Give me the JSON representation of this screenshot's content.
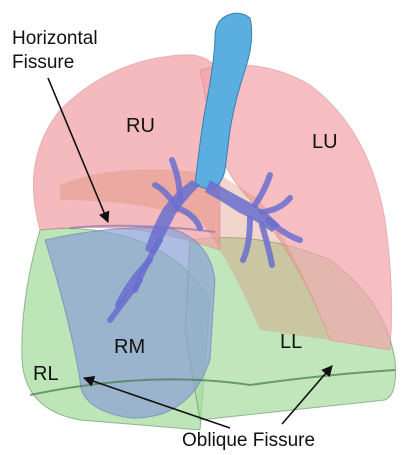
{
  "lobes": {
    "ru": "RU",
    "lu": "LU",
    "rm": "RM",
    "rl": "RL",
    "ll": "LL"
  },
  "callouts": {
    "horizontal_fissure_line1": "Horizontal",
    "horizontal_fissure_line2": "Fissure",
    "oblique_fissure": "Oblique Fissure"
  },
  "colors": {
    "upper_lobes": "#f2a3a8",
    "upper_lobe_overlap": "#d98a70",
    "middle_lobe": "#8a9fd6",
    "lower_lobes": "#a8dca0",
    "lower_lobe_edge": "#3f7a45",
    "airway": "#5aaee0",
    "airway_branch": "#6a6fcf",
    "arrow": "#111111"
  }
}
